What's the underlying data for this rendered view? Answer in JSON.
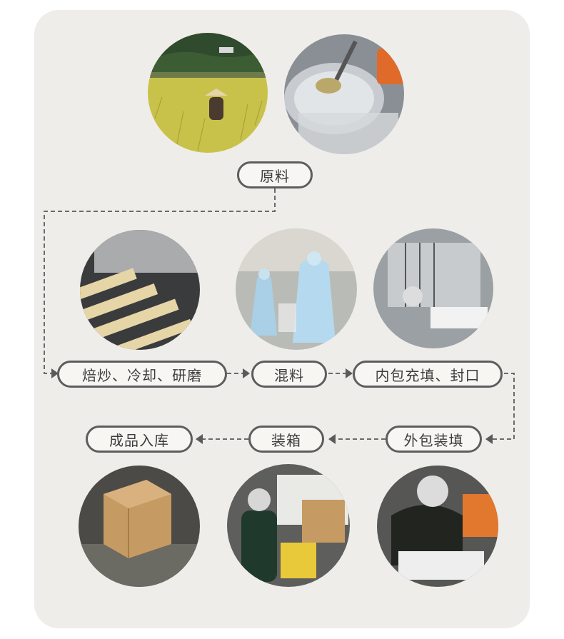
{
  "steps": {
    "raw_material": "原料",
    "roast": "焙炒、冷却、研磨",
    "mix": "混料",
    "inner_pack": "内包充填、封口",
    "outer_pack": "外包装填",
    "boxing": "装箱",
    "storage": "成品入库"
  },
  "photos": [
    {
      "name": "rice-field-farmer-photo"
    },
    {
      "name": "grain-scoop-photo"
    },
    {
      "name": "roasting-conveyor-photo"
    },
    {
      "name": "mixing-workers-photo"
    },
    {
      "name": "packaging-machine-photo"
    },
    {
      "name": "warehouse-pallet-photo"
    },
    {
      "name": "boxing-worker-photo"
    },
    {
      "name": "sachet-packing-worker-photo"
    }
  ],
  "colors": {
    "line": "#6a6a6a",
    "pill_border": "#5d5d5d",
    "background": "#efedea"
  }
}
